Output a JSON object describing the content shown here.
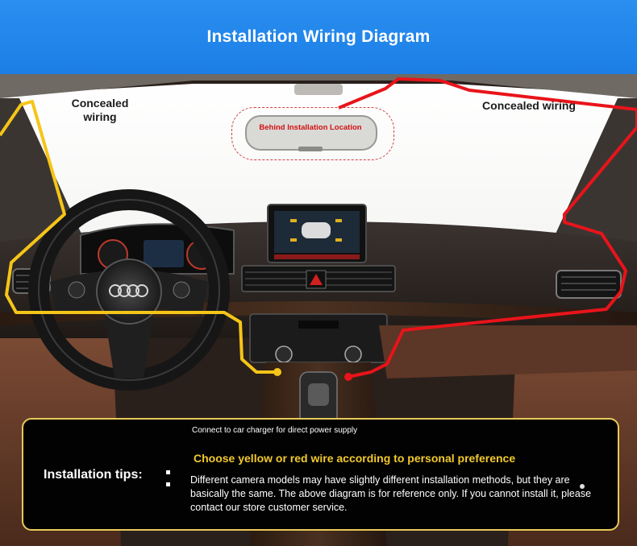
{
  "header": {
    "title": "Installation Wiring Diagram"
  },
  "labels": {
    "left_wiring": "Concealed wiring",
    "right_wiring": "Concealed wiring",
    "mirror_location": "Behind Installation Location"
  },
  "tips": {
    "heading": "Installation tips:",
    "charger_note": "Connect to car charger for direct power supply",
    "wire_choice": "Choose yellow or red wire according to personal preference",
    "disclaimer": "Different camera models may have slightly different installation methods, but they are basically the same. The above diagram is for reference only. If you cannot install it, please contact our store customer service."
  },
  "colors": {
    "banner": "#1c7ee6",
    "yellow_wire": "#f5c518",
    "red_wire": "#e8141a",
    "tips_border": "#e9c95a",
    "tips_highlight": "#f2c92d"
  },
  "icons": {
    "steering_logo": "four-rings-logo",
    "screen": "parking-sensor-display"
  }
}
